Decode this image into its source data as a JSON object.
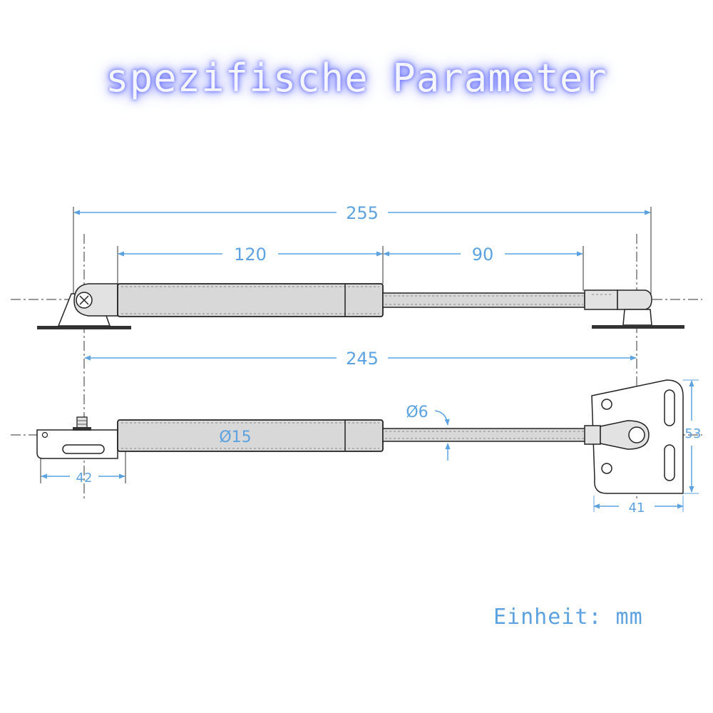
{
  "title": "spezifische Parameter",
  "unit_note": "Einheit: mm",
  "dimensions": {
    "total_length": "255",
    "body_length": "120",
    "stroke": "90",
    "mount_distance": "245",
    "body_diameter": "Ø15",
    "rod_diameter": "Ø6",
    "bracket_left_width": "42",
    "bracket_right_width": "41",
    "bracket_right_height": "53"
  },
  "colors": {
    "dimension_line": "#5da2e0",
    "outline": "#222222",
    "body_fill": "#d8d8d8",
    "title_glow": "#6c74ff"
  }
}
